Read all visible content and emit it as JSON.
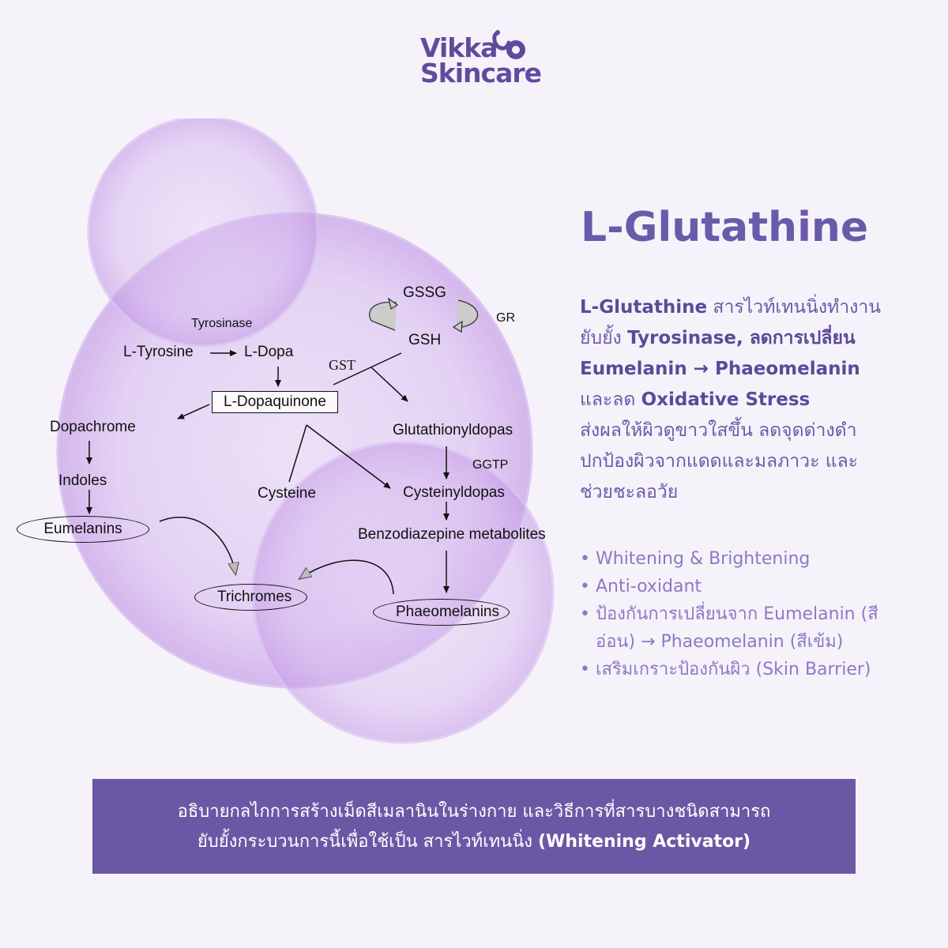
{
  "brand": {
    "line1": "Vikka",
    "line2": "Skincare"
  },
  "diagram": {
    "nodes": {
      "gssg": "GSSG",
      "gr": "GR",
      "gsh": "GSH",
      "gst": "GST",
      "tyrosinase": "Tyrosinase",
      "l_tyrosine": "L-Tyrosine",
      "l_dopa": "L-Dopa",
      "l_dopaquinone": "L-Dopaquinone",
      "dopachrome": "Dopachrome",
      "glutathionyldopas": "Glutathionyldopas",
      "ggtp": "GGTP",
      "indoles": "Indoles",
      "cysteine": "Cysteine",
      "cysteinyldopas": "Cysteinyldopas",
      "eumelanins": "Eumelanins",
      "benzodiazepine": "Benzodiazepine metabolites",
      "trichromes": "Trichromes",
      "phaeomelanins": "Phaeomelanins"
    }
  },
  "content": {
    "title": "L-Glutathine",
    "desc": {
      "p1_bold": "L-Glutathine",
      "p1_text": " สารไวท์เทนนิ่งทำงาน",
      "p2_text": "ยับยั้ง ",
      "p2_bold": "Tyrosinase, ลดการเปลี่ยน",
      "p3_bold": "Eumelanin → Phaeomelanin",
      "p4_text": "และลด ",
      "p4_bold": "Oxidative Stress",
      "p5_text": "ส่งผลให้ผิวดูขาวใสขึ้น ลดจุดด่างดำ",
      "p6_text": "ปกป้องผิวจากแดดและมลภาวะ และ",
      "p7_text": "ช่วยชะลอวัย"
    },
    "bullets": [
      "Whitening & Brightening",
      "Anti-oxidant",
      "ป้องกันการเปลี่ยนจาก Eumelanin (สีอ่อน) → Phaeomelanin (สีเข้ม)",
      "เสริมเกราะป้องกันผิว (Skin Barrier)"
    ]
  },
  "banner": {
    "line1": "อธิบายกลไกการสร้างเม็ดสีเมลานินในร่างกาย และวิธีการที่สารบางชนิดสามารถ",
    "line2_text": "ยับยั้งกระบวนการนี้เพื่อใช้เป็น สารไวท์เทนนิ่ง ",
    "line2_bold": "(Whitening Activator)"
  },
  "colors": {
    "accent": "#6a5aaa",
    "banner": "#6a58a5",
    "bubble": "#c9a7e8",
    "background": "#f6f2fa"
  }
}
